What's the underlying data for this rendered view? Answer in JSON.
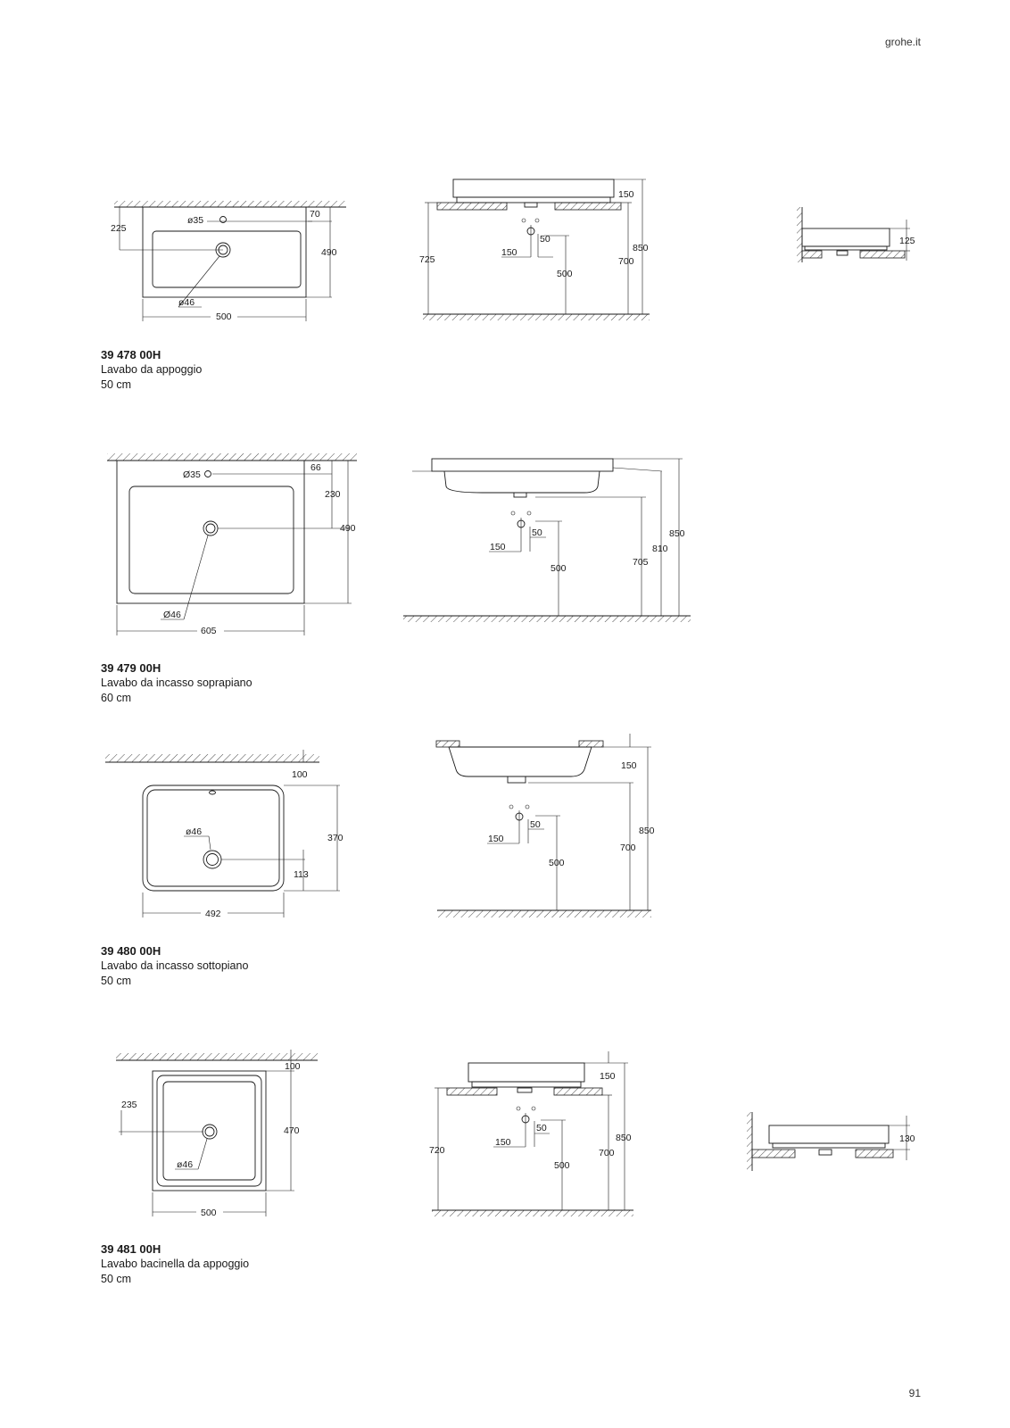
{
  "header": {
    "site": "grohe.it"
  },
  "footer": {
    "page_number": "91"
  },
  "products": [
    {
      "code": "39 478 00H",
      "name": "Lavabo da appoggio",
      "size": "50 cm",
      "dims": {
        "overflow": "ø35",
        "drain": "ø46",
        "depth_top": "70",
        "depth_drain": "225",
        "depth": "490",
        "width": "500",
        "height_top": "150",
        "pipe_gap": "50",
        "pipe_offset": "150",
        "h_trap": "500",
        "h_counter": "725",
        "h_rim_low": "700",
        "h_rim": "850",
        "side_height": "125"
      }
    },
    {
      "code": "39 479 00H",
      "name": "Lavabo da incasso soprapiano",
      "size": "60 cm",
      "dims": {
        "overflow": "Ø35",
        "drain": "Ø46",
        "depth_top": "66",
        "depth_drain": "230",
        "depth": "490",
        "width": "605",
        "pipe_gap": "50",
        "pipe_offset": "150",
        "h_trap": "500",
        "h_bottom": "705",
        "h_counter": "810",
        "h_rim": "850"
      }
    },
    {
      "code": "39 480 00H",
      "name": "Lavabo da incasso sottopiano",
      "size": "50 cm",
      "dims": {
        "drain": "ø46",
        "depth_top": "100",
        "depth": "370",
        "depth_drain": "113",
        "width": "492",
        "height_top": "150",
        "pipe_gap": "50",
        "pipe_offset": "150",
        "h_trap": "500",
        "h_bottom": "700",
        "h_rim": "850"
      }
    },
    {
      "code": "39 481 00H",
      "name": "Lavabo bacinella da appoggio",
      "size": "50 cm",
      "dims": {
        "drain": "ø46",
        "depth_top": "100",
        "depth_drain": "235",
        "depth": "470",
        "width": "500",
        "height_top": "150",
        "pipe_gap": "50",
        "pipe_offset": "150",
        "h_trap": "500",
        "h_counter": "720",
        "h_rim_low": "700",
        "h_rim": "850",
        "side_height": "130"
      }
    }
  ]
}
